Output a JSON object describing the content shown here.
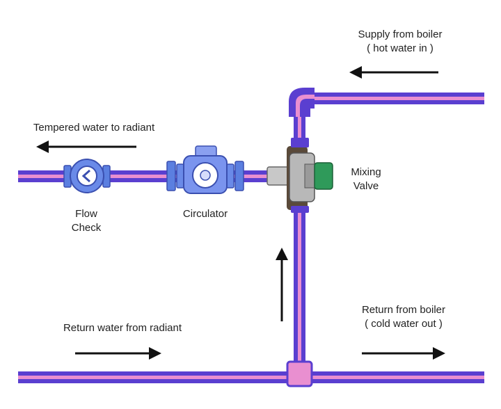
{
  "labels": {
    "supply_line1": "Supply from boiler",
    "supply_line2": "( hot water in )",
    "tempered": "Tempered water to radiant",
    "mixing_line1": "Mixing",
    "mixing_line2": "Valve",
    "flow_line1": "Flow",
    "flow_line2": "Check",
    "circulator": "Circulator",
    "return_radiant": "Return water from radiant",
    "return_boiler_line1": "Return from boiler",
    "return_boiler_line2": "( cold water out )"
  },
  "colors": {
    "pipe": "#5a3fd0",
    "pipe_core": "#e98fd0",
    "fitting": "#5b7fe0",
    "valve_body": "#b8b8b8",
    "valve_cap": "#2f9a5a",
    "arrow": "#111111"
  }
}
